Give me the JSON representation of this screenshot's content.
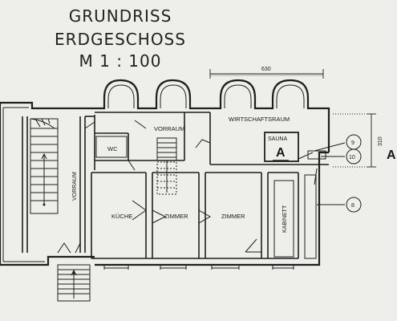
{
  "title": {
    "line1": "GRUNDRISS",
    "line2": "ERDGESCHOSS",
    "line3": "M 1 : 100"
  },
  "rooms": {
    "vorraum_top": "VORRAUM",
    "vorraum_left": "VORRAUM",
    "wc": "WC",
    "wirtschaftsraum": "WIRTSCHAFTSRAUM",
    "sauna": "SAUNA",
    "kueche": "KÜCHE",
    "zimmer1": "ZIMMER",
    "zimmer2": "ZIMMER",
    "kabinett": "KABINETT"
  },
  "section_markers": {
    "inner": "A",
    "outer": "A"
  },
  "dimensions": {
    "width": "630",
    "height": "310"
  },
  "callouts": [
    "9",
    "10",
    "8"
  ],
  "colors": {
    "paper": "#eeeeea",
    "line": "#1f1f1f"
  }
}
